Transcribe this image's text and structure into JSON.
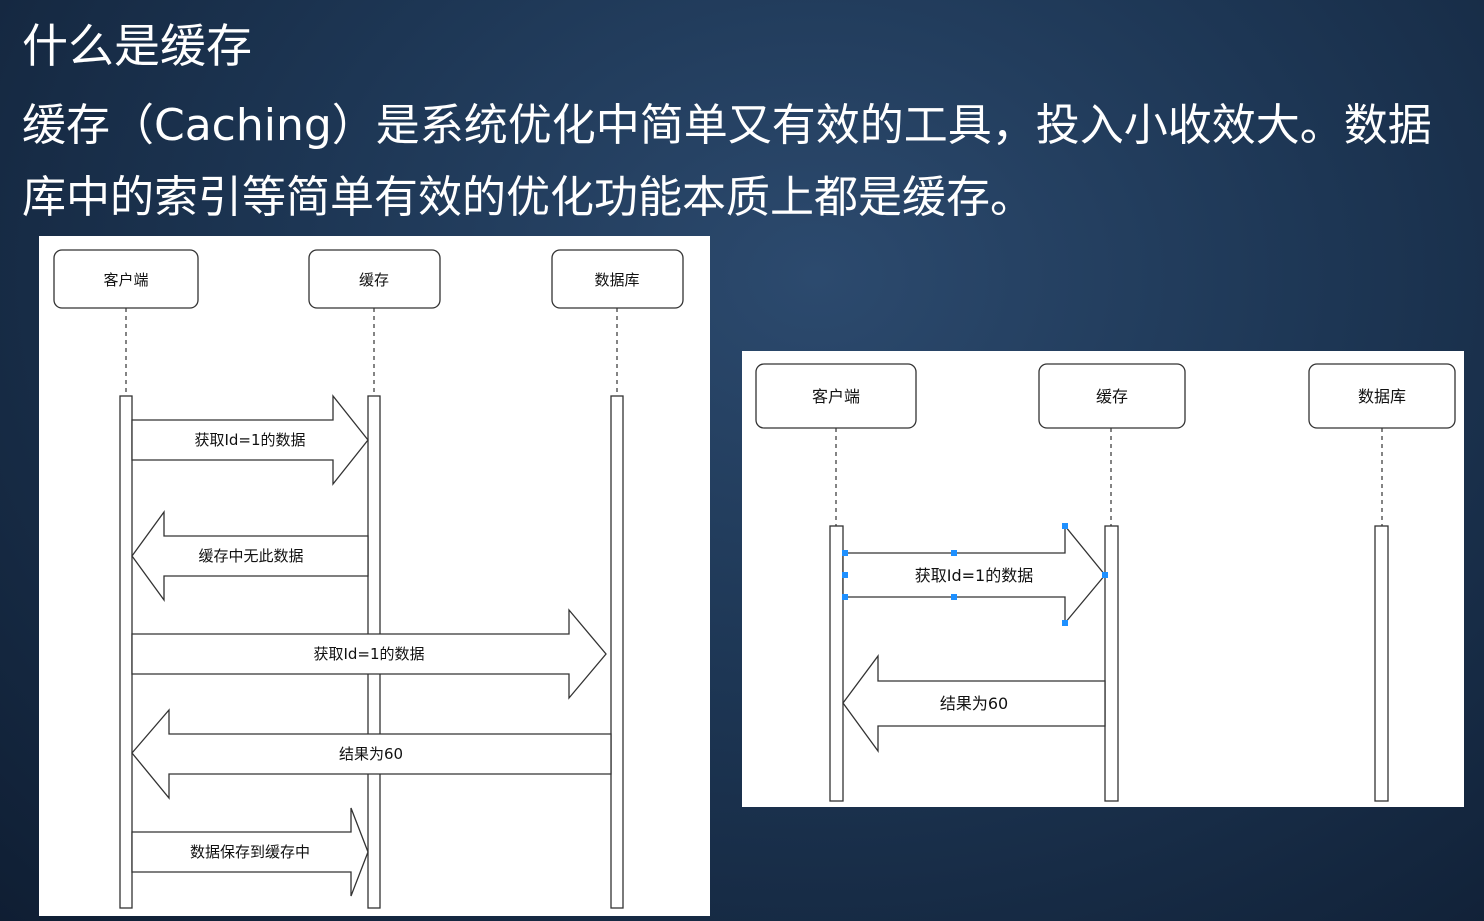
{
  "slide": {
    "title": "什么是缓存",
    "body": "缓存（Caching）是系统优化中简单又有效的工具，投入小收效大。数据库中的索引等简单有效的优化功能本质上都是缓存。"
  },
  "diagrams": {
    "left": {
      "participants": [
        "客户端",
        "缓存",
        "数据库"
      ],
      "messages": [
        {
          "label": "获取Id=1的数据"
        },
        {
          "label": "缓存中无此数据"
        },
        {
          "label": "获取Id=1的数据"
        },
        {
          "label": "结果为60"
        },
        {
          "label": "数据保存到缓存中"
        }
      ]
    },
    "right": {
      "participants": [
        "客户端",
        "缓存",
        "数据库"
      ],
      "messages": [
        {
          "label": "获取Id=1的数据"
        },
        {
          "label": "结果为60"
        }
      ]
    }
  },
  "colors": {
    "background": "#1d3654",
    "text": "#ffffff",
    "panel": "#ffffff",
    "selection_handle": "#1e90ff"
  }
}
